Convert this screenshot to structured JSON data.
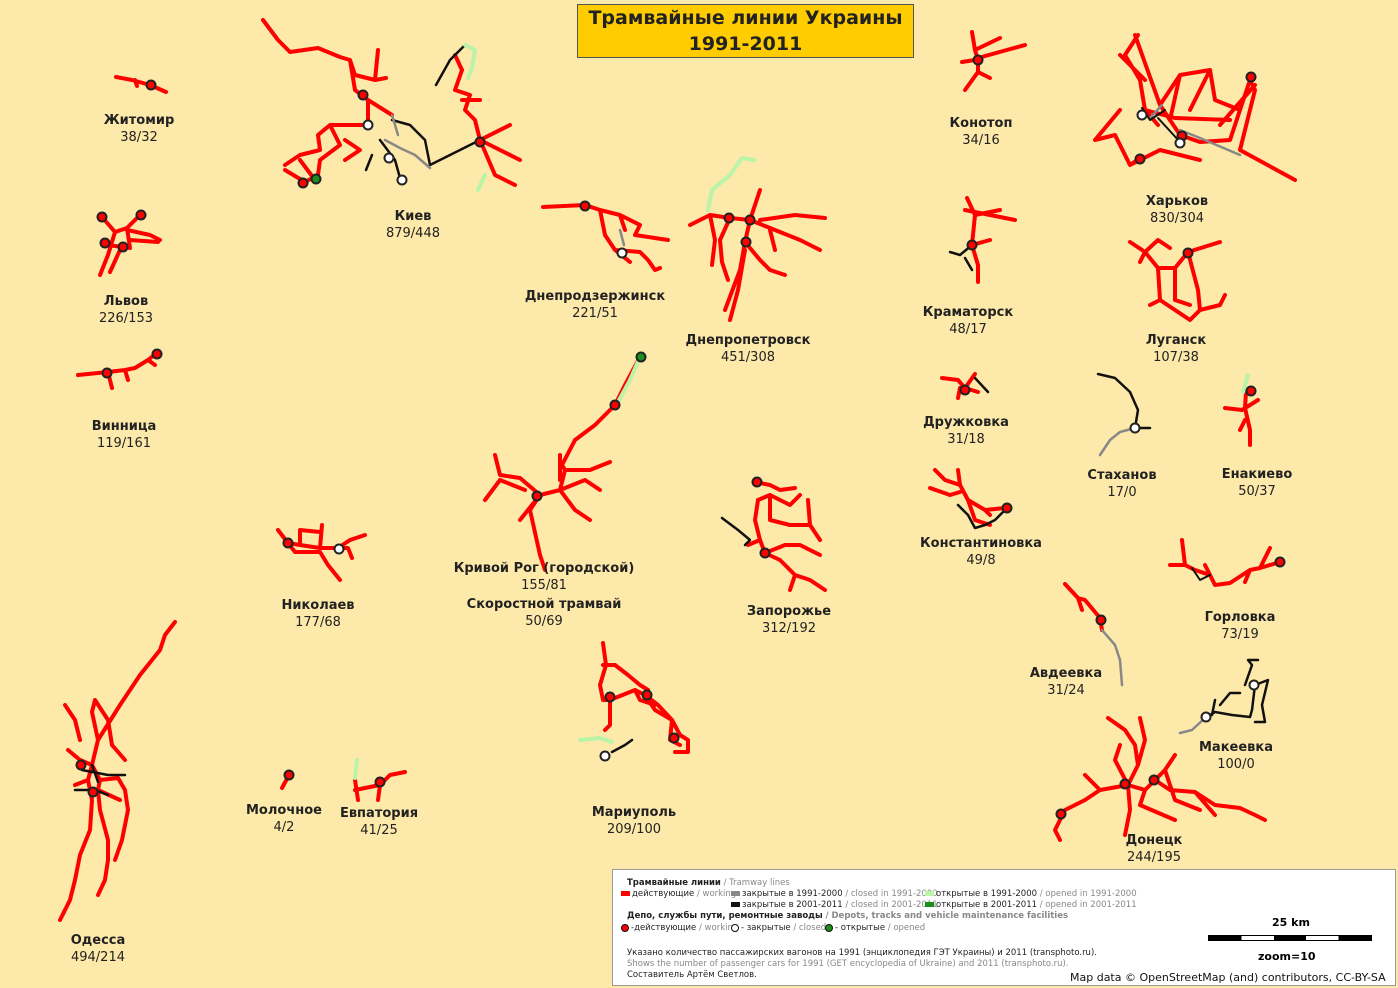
{
  "title_line1": "Трамвайные линии Украины",
  "title_line2": "1991-2011",
  "colors": {
    "working": "#ff0000",
    "closed_1991_2000": "#888888",
    "closed_2001_2011": "#111111",
    "opened_1991_2000": "#b9f4a8",
    "opened_2001_2011": "#1a8f1a",
    "background": "#fde9a9"
  },
  "cities": [
    {
      "id": "zhytomyr",
      "name": "Житомир",
      "numbers": "38/32"
    },
    {
      "id": "kyiv",
      "name": "Киев",
      "numbers": "879/448"
    },
    {
      "id": "konotop",
      "name": "Конотоп",
      "numbers": "34/16"
    },
    {
      "id": "kharkiv",
      "name": "Харьков",
      "numbers": "830/304"
    },
    {
      "id": "lviv",
      "name": "Львов",
      "numbers": "226/153"
    },
    {
      "id": "dniprodzerzhynsk",
      "name": "Днепродзержинск",
      "numbers": "221/51"
    },
    {
      "id": "dnipropetrovsk",
      "name": "Днепропетровск",
      "numbers": "451/308"
    },
    {
      "id": "kramatorsk",
      "name": "Краматорск",
      "numbers": "48/17"
    },
    {
      "id": "luhansk",
      "name": "Луганск",
      "numbers": "107/38"
    },
    {
      "id": "vinnytsia",
      "name": "Винница",
      "numbers": "119/161"
    },
    {
      "id": "druzhkivka",
      "name": "Дружковка",
      "numbers": "31/18"
    },
    {
      "id": "stakhanov",
      "name": "Стаханов",
      "numbers": "17/0"
    },
    {
      "id": "yenakiieve",
      "name": "Енакиево",
      "numbers": "50/37"
    },
    {
      "id": "kryvyi_rih",
      "name": "Кривой Рог (городской)",
      "numbers": "155/81"
    },
    {
      "id": "kryvyi_rih_express",
      "name": "Скоростной трамвай",
      "numbers": "50/69"
    },
    {
      "id": "kostiantynivka",
      "name": "Константиновка",
      "numbers": "49/8"
    },
    {
      "id": "mykolaiv",
      "name": "Николаев",
      "numbers": "177/68"
    },
    {
      "id": "zaporizhzhia",
      "name": "Запорожье",
      "numbers": "312/192"
    },
    {
      "id": "horlivka",
      "name": "Горловка",
      "numbers": "73/19"
    },
    {
      "id": "avdiivka",
      "name": "Авдеевка",
      "numbers": "31/24"
    },
    {
      "id": "makiivka",
      "name": "Макеевка",
      "numbers": "100/0"
    },
    {
      "id": "molochne",
      "name": "Молочное",
      "numbers": "4/2"
    },
    {
      "id": "yevpatoriia",
      "name": "Евпатория",
      "numbers": "41/25"
    },
    {
      "id": "mariupol",
      "name": "Мариуполь",
      "numbers": "209/100"
    },
    {
      "id": "donetsk",
      "name": "Донецк",
      "numbers": "244/195"
    },
    {
      "id": "odesa",
      "name": "Одесса",
      "numbers": "494/214"
    }
  ],
  "legend": {
    "lines_title_ru": "Трамвайные линии",
    "lines_title_en": "/ Tramway lines",
    "working_ru": "действующие",
    "working_en": "/ working",
    "closed1_ru": "закрытые в 1991-2000",
    "closed1_en": "/ closed in 1991-2000",
    "opened1_ru": "открытые в 1991-2000",
    "opened1_en": "/ opened in 1991-2000",
    "closed2_ru": "закрытые в 2001-2011",
    "closed2_en": "/ closed in 2001-2011",
    "opened2_ru": "открытые в 2001-2011",
    "opened2_en": "/ opened in 2001-2011",
    "depots_title_ru": "Депо, службы пути, ремонтные заводы",
    "depots_title_en": "/ Depots, tracks and vehicle maintenance facilities",
    "depot_working_ru": "-действующие",
    "depot_working_en": "/ working",
    "depot_closed_ru": "- закрытые",
    "depot_closed_en": "/ closed",
    "depot_opened_ru": "- открытые",
    "depot_opened_en": "/ opened",
    "note_ru": "Указано количество пассажирских вагонов на 1991 (энциклопедия ГЭТ Украины) и 2011 (transphoto.ru).",
    "note_en": "Shows the number of passenger cars for 1991 (GET encyclopedia of Ukraine) and 2011 (transphoto.ru).",
    "author": "Составитель Артём Светлов."
  },
  "scale_label": "25 km",
  "zoom_label": "zoom=10",
  "attribution": "Map data © OpenStreetMap (and) contributors, CC-BY-SA"
}
